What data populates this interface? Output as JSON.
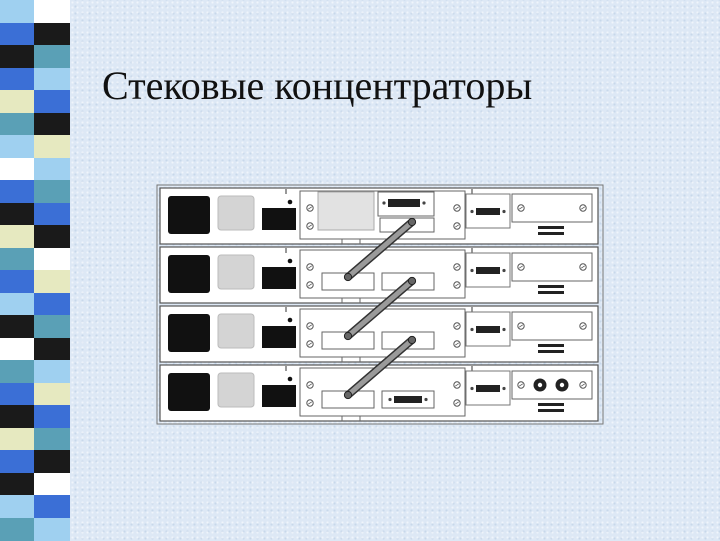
{
  "slide": {
    "title": "Стековые концентраторы"
  },
  "colors": {
    "strip_palette": [
      "#1a1a1a",
      "#3b6fd6",
      "#e6e9c0",
      "#5aa0b6",
      "#ffffff",
      "#9fd0f0"
    ],
    "chassis_fill": "#ffffff",
    "chassis_stroke": "#555555",
    "cable_fill": "#9a9a9a"
  },
  "diagram": {
    "units": [
      {
        "name": "hub-unit-1",
        "rightmost_module": "plain"
      },
      {
        "name": "hub-unit-2",
        "rightmost_module": "plain"
      },
      {
        "name": "hub-unit-3",
        "rightmost_module": "plain"
      },
      {
        "name": "hub-unit-4",
        "rightmost_module": "bnc"
      }
    ],
    "stack_cables": 3
  }
}
